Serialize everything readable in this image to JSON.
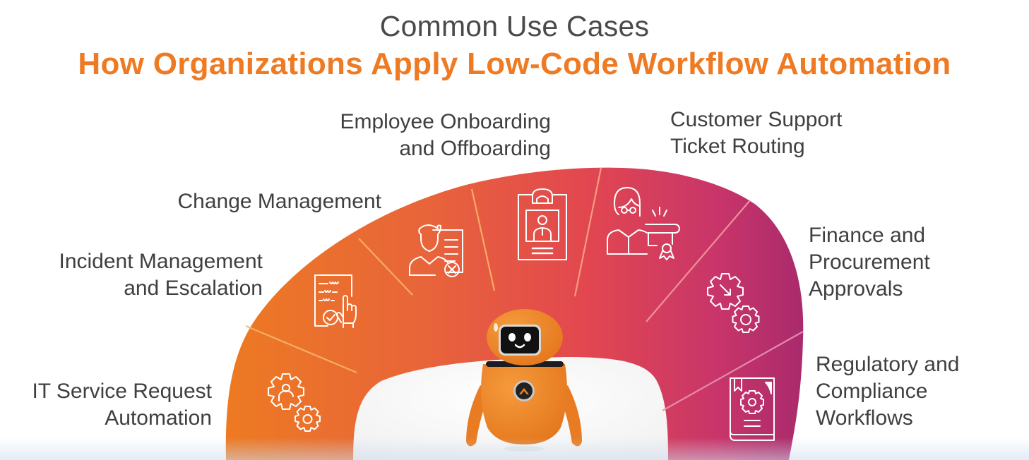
{
  "header": {
    "title": "Common Use Cases",
    "subtitle": "How Organizations Apply Low-Code Workflow Automation"
  },
  "colors": {
    "title": "#4a4a4c",
    "subtitle": "#ee7a23",
    "label": "#3f3f41",
    "arc_start": "#ed7a22",
    "arc_mid": "#e2474f",
    "arc_end": "#a92a6c",
    "divider": "#f7b46a",
    "robot": "#ee8427"
  },
  "use_cases": [
    {
      "id": "it-service",
      "lines": [
        "IT Service Request",
        "Automation"
      ],
      "icon": "gears-person-icon"
    },
    {
      "id": "incident",
      "lines": [
        "Incident Management",
        "and Escalation"
      ],
      "icon": "checklist-hand-icon"
    },
    {
      "id": "change",
      "lines": [
        "Change Management"
      ],
      "icon": "person-document-cancel-icon"
    },
    {
      "id": "onboarding",
      "lines": [
        "Employee Onboarding",
        "and Offboarding"
      ],
      "icon": "id-badge-icon"
    },
    {
      "id": "support",
      "lines": [
        "Customer Support",
        "Ticket Routing"
      ],
      "icon": "agent-certificate-icon"
    },
    {
      "id": "finance",
      "lines": [
        "Finance and",
        "Procurement",
        "Approvals"
      ],
      "icon": "gears-arrow-icon"
    },
    {
      "id": "regulatory",
      "lines": [
        "Regulatory and",
        "Compliance",
        "Workflows"
      ],
      "icon": "book-gear-icon"
    }
  ],
  "mascot": {
    "name": "robot-mascot",
    "badge_glyph": "^"
  }
}
